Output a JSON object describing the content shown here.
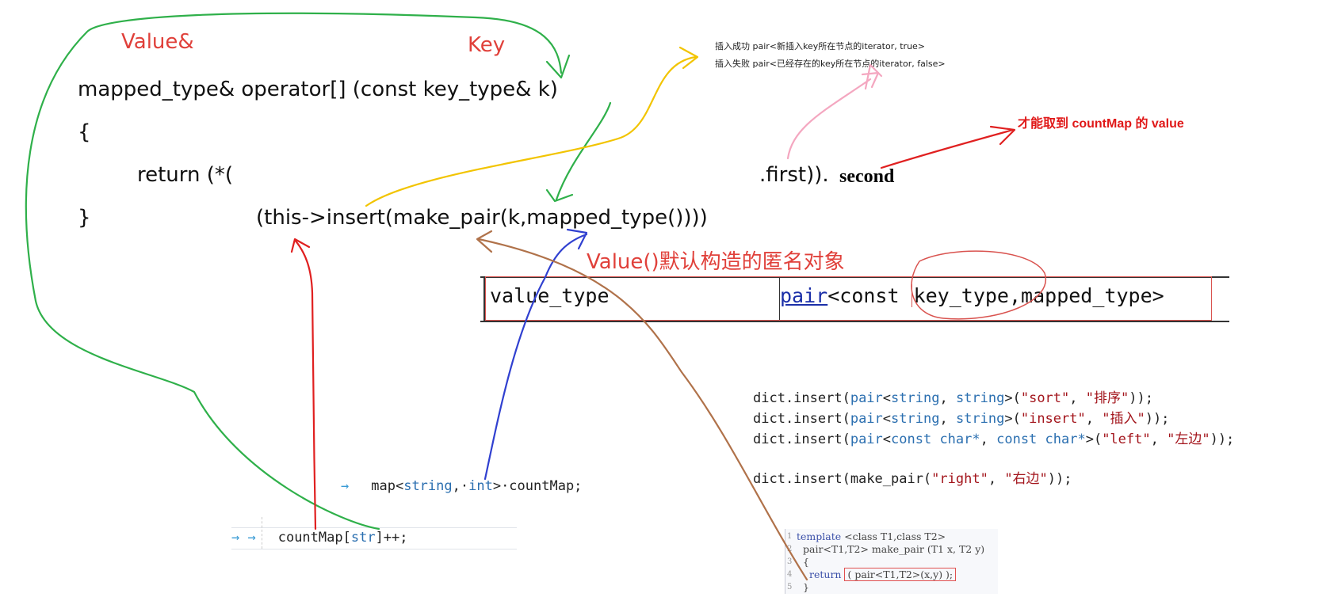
{
  "labels": {
    "value_ref": "Value&",
    "key": "Key",
    "anon_object": "Value()默认构造的匿名对象",
    "take_value": "才能取到 countMap 的  value"
  },
  "main_code": {
    "line1": "mapped_type& operator[] (const key_type& k)",
    "line2": "{",
    "line3_start": "return  (*(",
    "line3_end": ".first)).",
    "line3_second": "second",
    "line4": "}",
    "insert_expr": "(this->insert(make_pair(k,mapped_type())))"
  },
  "insert_notes": {
    "success": "插入成功  pair<新插入key所在节点的iterator,   true>",
    "fail": "插入失败  pair<已经存在的key所在节点的iterator,   false>"
  },
  "value_type_row": {
    "name": "value_type",
    "pair": "pair",
    "rest_open": "<const ",
    "key_type": "key_type",
    "rest_close": ",mapped_type>"
  },
  "dict_code": {
    "l1_a": "dict.insert(",
    "l1_b": "pair",
    "l1_c": "<",
    "l1_d": "string",
    "l1_e": ", ",
    "l1_f": "string",
    "l1_g": ">(",
    "l1_h": "\"sort\"",
    "l1_i": ", ",
    "l1_j": "\"排序\"",
    "l1_k": "));",
    "l2_h": "\"insert\"",
    "l2_j": "\"插入\"",
    "l3_d": "const char*",
    "l3_f": "const char*",
    "l3_h": "\"left\"",
    "l3_j": "\"左边\"",
    "l4_a": "dict.insert(make_pair(",
    "l4_b": "\"right\"",
    "l4_c": ", ",
    "l4_d": "\"右边\"",
    "l4_e": "));"
  },
  "countmap_code": {
    "decl_arrow": "→",
    "decl_a": "map<",
    "decl_b": "string",
    "decl_c": ",·",
    "decl_d": "int",
    "decl_e": ">·countMap;",
    "use_arrows": "→    →",
    "use_a": "countMap[",
    "use_b": "str",
    "use_c": "]++;"
  },
  "template_code": {
    "lines": [
      {
        "n": "1",
        "t1": "template",
        "t2": " <class T1,class T2>"
      },
      {
        "n": "2",
        "t1": "",
        "t2": "pair<T1,T2> make_pair (T1 x,  T2 y)"
      },
      {
        "n": "3",
        "t1": "",
        "t2": "{"
      },
      {
        "n": "4",
        "t1": "return",
        "t2": "( pair<T1,T2>(x,y) );"
      },
      {
        "n": "5",
        "t1": "",
        "t2": "}"
      }
    ]
  },
  "colors": {
    "green_arrow": "#2fb04a",
    "yellow_arrow": "#f2c400",
    "red_arrow": "#e02020",
    "blue_arrow": "#3040d0",
    "brown_arrow": "#b0724a",
    "pink_arrow": "#f4a7c0"
  }
}
